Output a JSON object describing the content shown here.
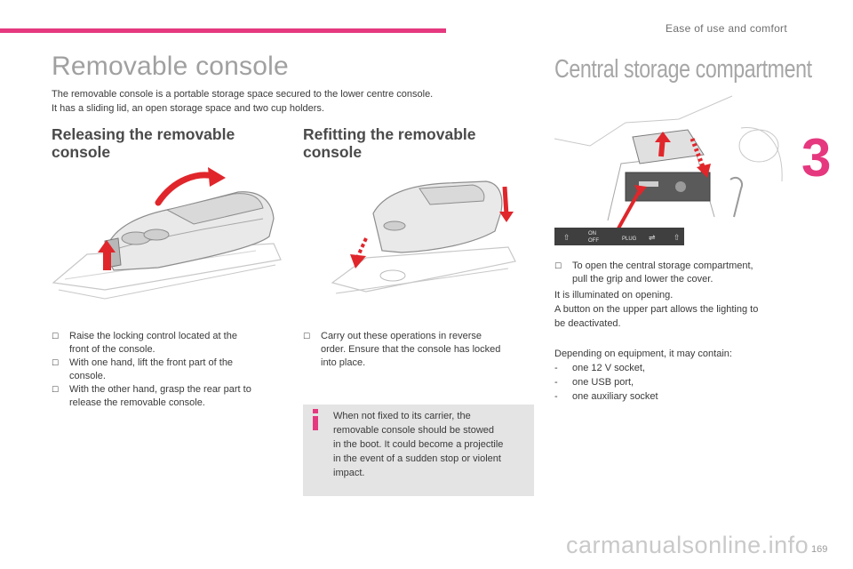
{
  "header": {
    "section_title": "Ease of use and comfort",
    "chapter_number": "3"
  },
  "left": {
    "title": "Removable console",
    "intro": [
      "The removable console is a portable storage space secured to the lower centre console.",
      "It has a sliding lid, an open storage space and two cup holders."
    ],
    "releasing": {
      "heading_line1": "Releasing the removable",
      "heading_line2": "console",
      "bullets": [
        [
          "Raise the locking control located at the",
          "front of the console."
        ],
        [
          "With one hand, lift the front part of the",
          "console."
        ],
        [
          "With the other hand, grasp the rear part to",
          "release the removable console."
        ]
      ]
    },
    "refitting": {
      "heading_line1": "Refitting the removable",
      "heading_line2": "console",
      "bullets": [
        [
          "Carry out these operations in reverse",
          "order. Ensure that the console has locked",
          "into place."
        ]
      ]
    },
    "info_note": [
      "When not fixed to its carrier, the",
      "removable console should be stowed",
      "in the boot. It could become a projectile",
      "in the event of a sudden stop or violent",
      "impact."
    ]
  },
  "right": {
    "title": "Central storage compartment",
    "bullet": [
      "To open the central storage compartment,",
      "pull the grip and lower the cover."
    ],
    "para1": [
      "It is illuminated on opening.",
      "A button on the upper part allows the lighting to",
      "be deactivated."
    ],
    "para2_intro": "Depending on equipment, it may contain:",
    "list": [
      "one 12 V socket,",
      "one USB port,",
      "one auxiliary socket"
    ],
    "switch_labels": {
      "on": "ON",
      "off": "OFF",
      "plug": "PLUG",
      "usb": "USB"
    }
  },
  "footer": {
    "page_number": "169",
    "watermark": "carmanualsonline.info"
  },
  "colors": {
    "accent": "#e5387f",
    "arrow_red": "#e0262b",
    "heading_grey": "#a0a0a0",
    "info_box_bg": "#e4e4e4"
  },
  "icons": {
    "bullet": "bullet-marker-icon",
    "info": "info-icon",
    "usb": "usb-icon"
  }
}
